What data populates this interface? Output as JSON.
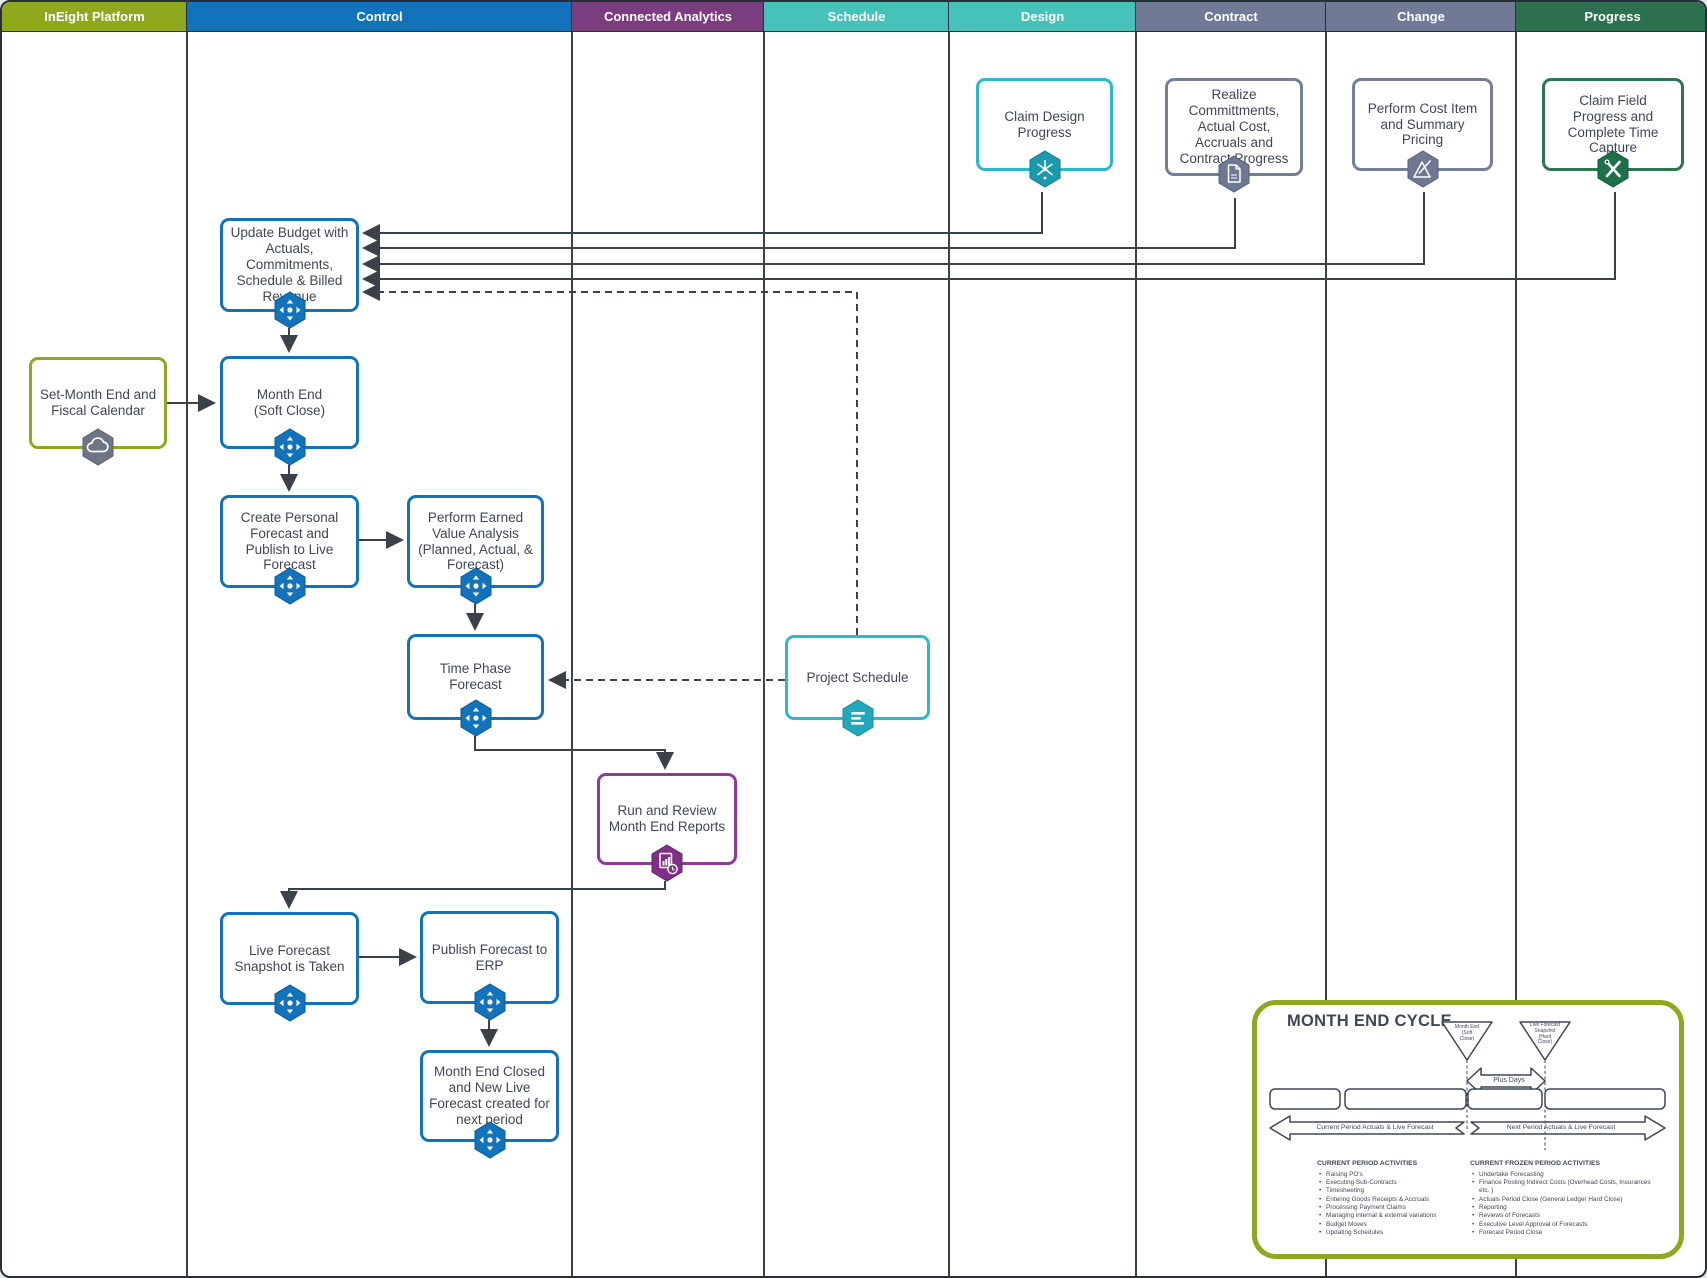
{
  "colors": {
    "line": "#3A4149",
    "text": "#3F4757",
    "blue": "#1272BA",
    "teal": "#2FB8C9",
    "slate": "#747E9B",
    "green": "#2E7450",
    "olive": "#8FA81E",
    "purple": "#8E3A96"
  },
  "lanes": [
    {
      "label": "InEight Platform",
      "color": "#8FA81E"
    },
    {
      "label": "Control",
      "color": "#1272BA"
    },
    {
      "label": "Connected Analytics",
      "color": "#7A3E7E"
    },
    {
      "label": "Schedule",
      "color": "#45C2B9"
    },
    {
      "label": "Design",
      "color": "#45C2B9"
    },
    {
      "label": "Contract",
      "color": "#707A97"
    },
    {
      "label": "Change",
      "color": "#707A97"
    },
    {
      "label": "Progress",
      "color": "#2D7050"
    }
  ],
  "nodes": {
    "set_month_end": {
      "label": "Set-Month End and\nFiscal Calendar"
    },
    "update_budget": {
      "label": "Update Budget with\nActuals,\nCommitments,\nSchedule & Billed\nRevenue"
    },
    "month_end_soft": {
      "label": "Month End\n(Soft Close)"
    },
    "create_personal": {
      "label": "Create Personal\nForecast and\nPublish to Live\nForecast"
    },
    "perform_ev": {
      "label": "Perform Earned\nValue Analysis\n(Planned, Actual, &\nForecast)"
    },
    "time_phase": {
      "label": "Time Phase\nForecast"
    },
    "project_schedule": {
      "label": "Project Schedule"
    },
    "run_review": {
      "label": "Run and Review\nMonth End Reports"
    },
    "live_forecast": {
      "label": "Live Forecast\nSnapshot is Taken"
    },
    "publish_erp": {
      "label": "Publish Forecast to\nERP"
    },
    "month_end_closed": {
      "label": "Month End Closed\nand New Live\nForecast created for\nnext period"
    },
    "claim_design": {
      "label": "Claim Design\nProgress"
    },
    "realize_commit": {
      "label": "Realize\nCommittments,\nActual Cost,\nAccruals and\nContract Progress"
    },
    "perform_cost": {
      "label": "Perform Cost Item\nand Summary\nPricing"
    },
    "claim_field": {
      "label": "Claim Field\nProgress and\nComplete Time\nCapture"
    }
  },
  "icons": {
    "control": "move-crosshair-icon",
    "platform": "cloud-icon",
    "design": "design-node-icon",
    "contract": "contract-document-icon",
    "change": "change-delta-icon",
    "progress": "crossed-tools-icon",
    "analytics": "report-clock-icon",
    "schedule": "schedule-list-icon"
  },
  "inset": {
    "title": "MONTH END CYCLE",
    "triangle_soft": "Month End\n(Soft\nClose)",
    "triangle_hard": "Live Forecast\nSnapshot\n(Hard\nClose)",
    "plus_days": "Plus Days",
    "left_arrow": "Current Period Actuals & Live Forecast",
    "right_arrow": "Next Period Actuals & Live Forecast",
    "left_list": {
      "title": "CURRENT PERIOD ACTIVITIES",
      "items": [
        "Raising PO's",
        "Executing Sub-Contracts",
        "Timesheeting",
        "Entering Goods Receipts & Accruals",
        "Processing Payment Claims",
        "Managing internal & external variations",
        "Budget Moves",
        "Updating Schedules"
      ]
    },
    "right_list": {
      "title": "CURRENT FROZEN PERIOD ACTIVITIES",
      "items": [
        "Undertake Forecasting",
        "Finance Posting Indirect Costs (Overhead Costs, Insurances etc. )",
        "Actuals Period Close (General Ledger Hard Close)",
        "Reporting",
        "Reviews of Forecasts",
        "Executive Level Approval of Forecasts",
        "Forecast Period Close"
      ]
    }
  }
}
